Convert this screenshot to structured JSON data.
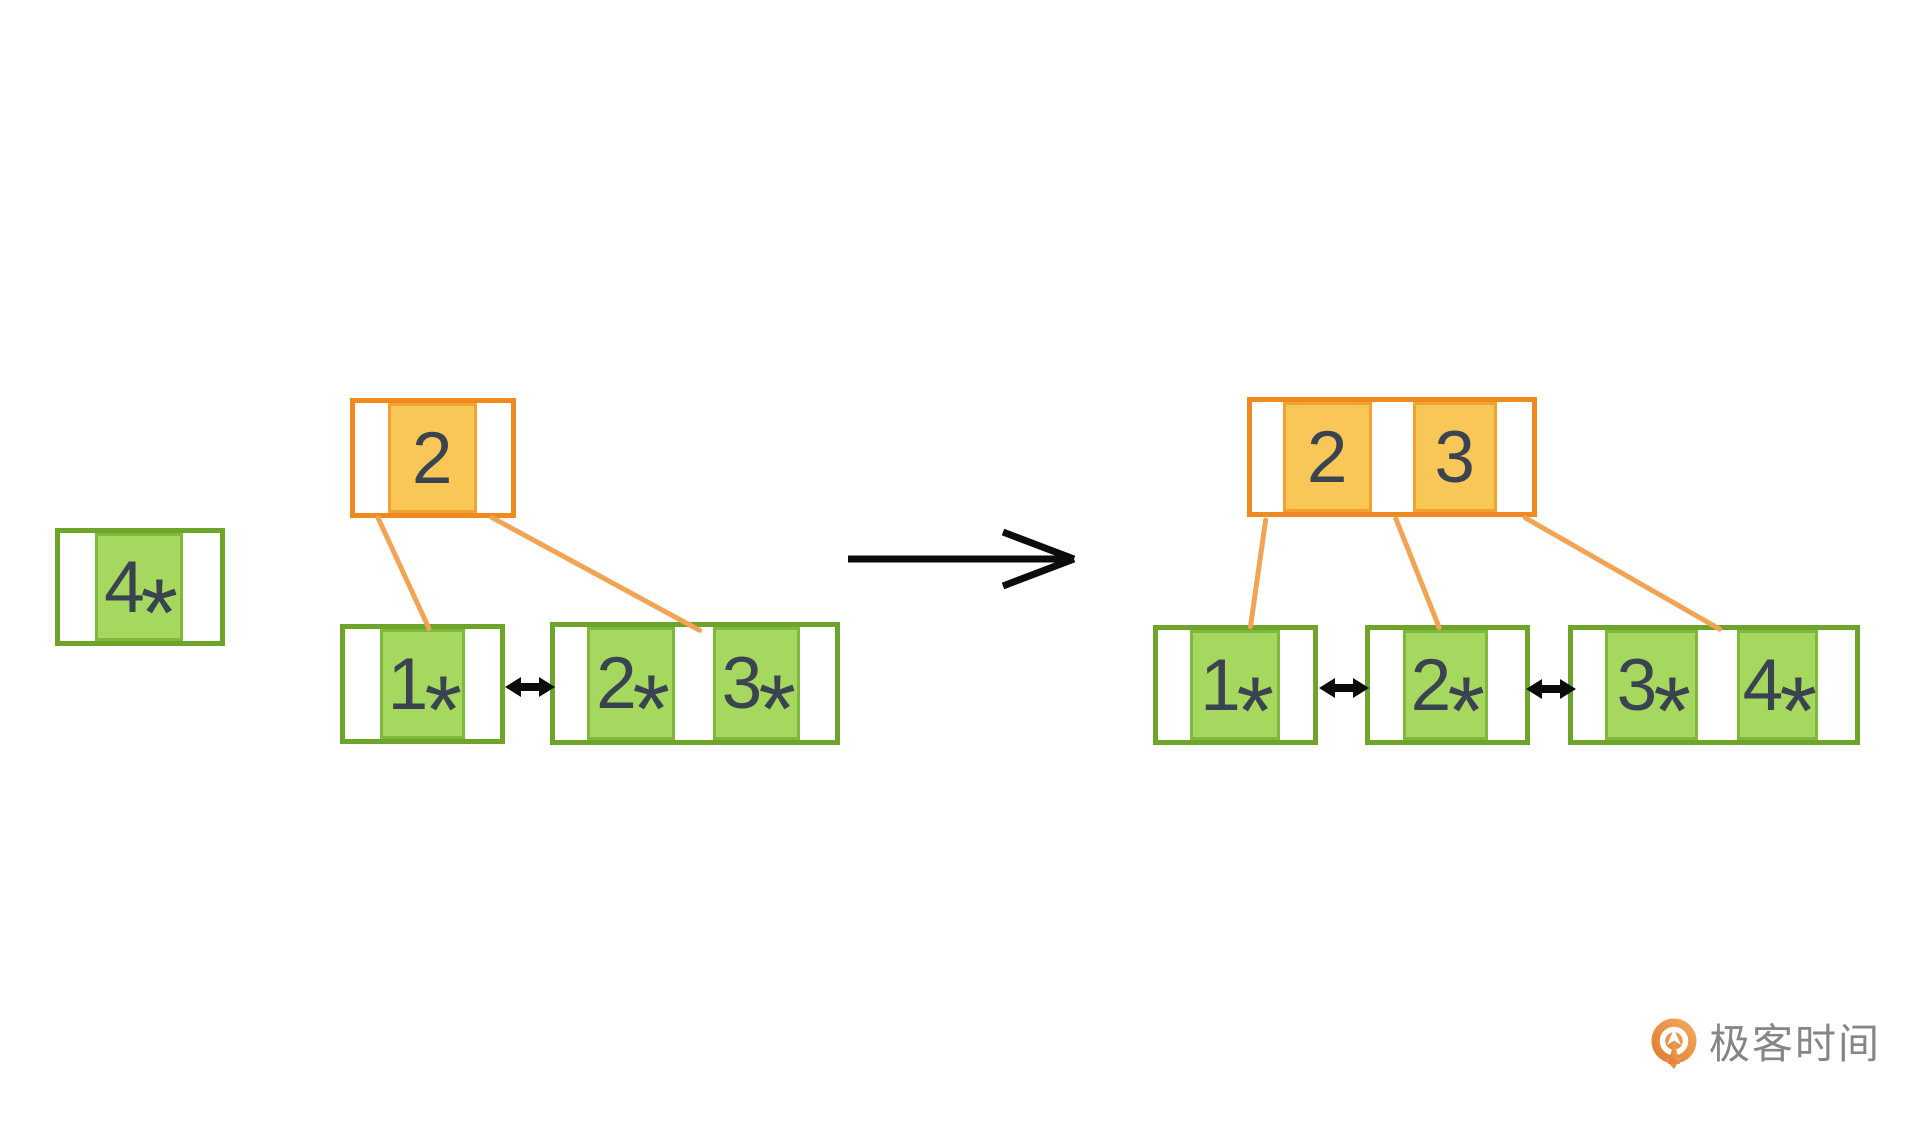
{
  "colors": {
    "background": "#ffffff",
    "node_border_green": "#6FA42B",
    "record_fill_green": "#A6D75F",
    "record_border_green": "#7FB93B",
    "node_border_orange": "#EE8A20",
    "key_fill_orange": "#F9C758",
    "key_border_orange": "#F0A32E",
    "pointer_line_orange": "#F2A455",
    "link_arrow_black": "#0B0B0B",
    "cell_text": "#3A4450",
    "logo_orange": "#E8873B",
    "logo_text_gray": "#85858A"
  },
  "before_tree": {
    "pending_record": {
      "n": "4",
      "s": "*"
    },
    "root_keys": [
      {
        "n": "2",
        "s": ""
      }
    ],
    "leaf_pages": [
      [
        {
          "n": "1",
          "s": "*"
        }
      ],
      [
        {
          "n": "2",
          "s": "*"
        },
        {
          "n": "3",
          "s": "*"
        }
      ]
    ]
  },
  "after_tree": {
    "root_keys": [
      {
        "n": "2",
        "s": ""
      },
      {
        "n": "3",
        "s": ""
      }
    ],
    "leaf_pages": [
      [
        {
          "n": "1",
          "s": "*"
        }
      ],
      [
        {
          "n": "2",
          "s": "*"
        }
      ],
      [
        {
          "n": "3",
          "s": "*"
        },
        {
          "n": "4",
          "s": "*"
        }
      ]
    ]
  },
  "logo": {
    "icon": "geektime-logo-icon",
    "text": "极客时间"
  }
}
